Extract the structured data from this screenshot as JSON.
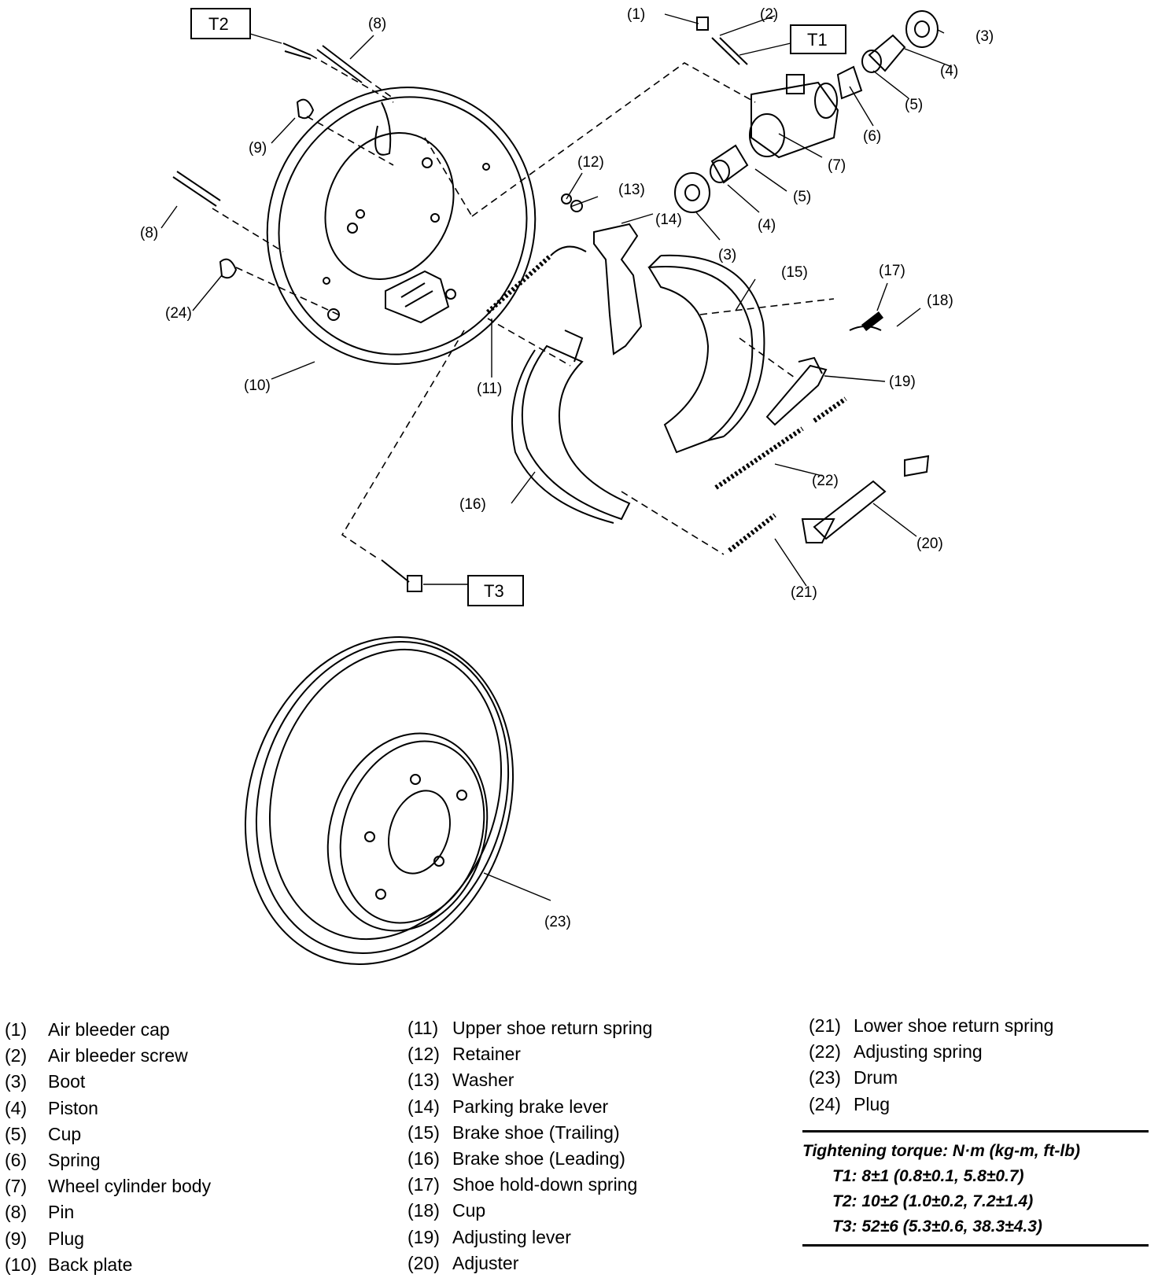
{
  "torque_boxes": [
    "T1",
    "T2",
    "T3"
  ],
  "callouts": [
    "(1)",
    "(2)",
    "(3)",
    "(4)",
    "(5)",
    "(6)",
    "(7)",
    "(8)",
    "(9)",
    "(10)",
    "(11)",
    "(12)",
    "(13)",
    "(14)",
    "(15)",
    "(16)",
    "(17)",
    "(18)",
    "(19)",
    "(20)",
    "(21)",
    "(22)",
    "(23)",
    "(24)"
  ],
  "legend": {
    "col1": [
      {
        "num": "(1)",
        "name": "Air bleeder cap"
      },
      {
        "num": "(2)",
        "name": "Air bleeder screw"
      },
      {
        "num": "(3)",
        "name": "Boot"
      },
      {
        "num": "(4)",
        "name": "Piston"
      },
      {
        "num": "(5)",
        "name": "Cup"
      },
      {
        "num": "(6)",
        "name": "Spring"
      },
      {
        "num": "(7)",
        "name": "Wheel cylinder body"
      },
      {
        "num": "(8)",
        "name": "Pin"
      },
      {
        "num": "(9)",
        "name": "Plug"
      },
      {
        "num": "(10)",
        "name": "Back plate"
      }
    ],
    "col2": [
      {
        "num": "(11)",
        "name": "Upper shoe return spring"
      },
      {
        "num": "(12)",
        "name": "Retainer"
      },
      {
        "num": "(13)",
        "name": "Washer"
      },
      {
        "num": "(14)",
        "name": "Parking brake lever"
      },
      {
        "num": "(15)",
        "name": "Brake shoe (Trailing)"
      },
      {
        "num": "(16)",
        "name": "Brake shoe (Leading)"
      },
      {
        "num": "(17)",
        "name": "Shoe hold-down spring"
      },
      {
        "num": "(18)",
        "name": "Cup"
      },
      {
        "num": "(19)",
        "name": "Adjusting lever"
      },
      {
        "num": "(20)",
        "name": "Adjuster"
      }
    ],
    "col3": [
      {
        "num": "(21)",
        "name": "Lower shoe return spring"
      },
      {
        "num": "(22)",
        "name": "Adjusting spring"
      },
      {
        "num": "(23)",
        "name": "Drum"
      },
      {
        "num": "(24)",
        "name": "Plug"
      }
    ]
  },
  "torque": {
    "title": "Tightening torque: N·m (kg-m, ft-lb)",
    "rows": [
      "T1: 8±1 (0.8±0.1, 5.8±0.7)",
      "T2: 10±2 (1.0±0.2, 7.2±1.4)",
      "T3: 52±6 (5.3±0.6, 38.3±4.3)"
    ]
  }
}
